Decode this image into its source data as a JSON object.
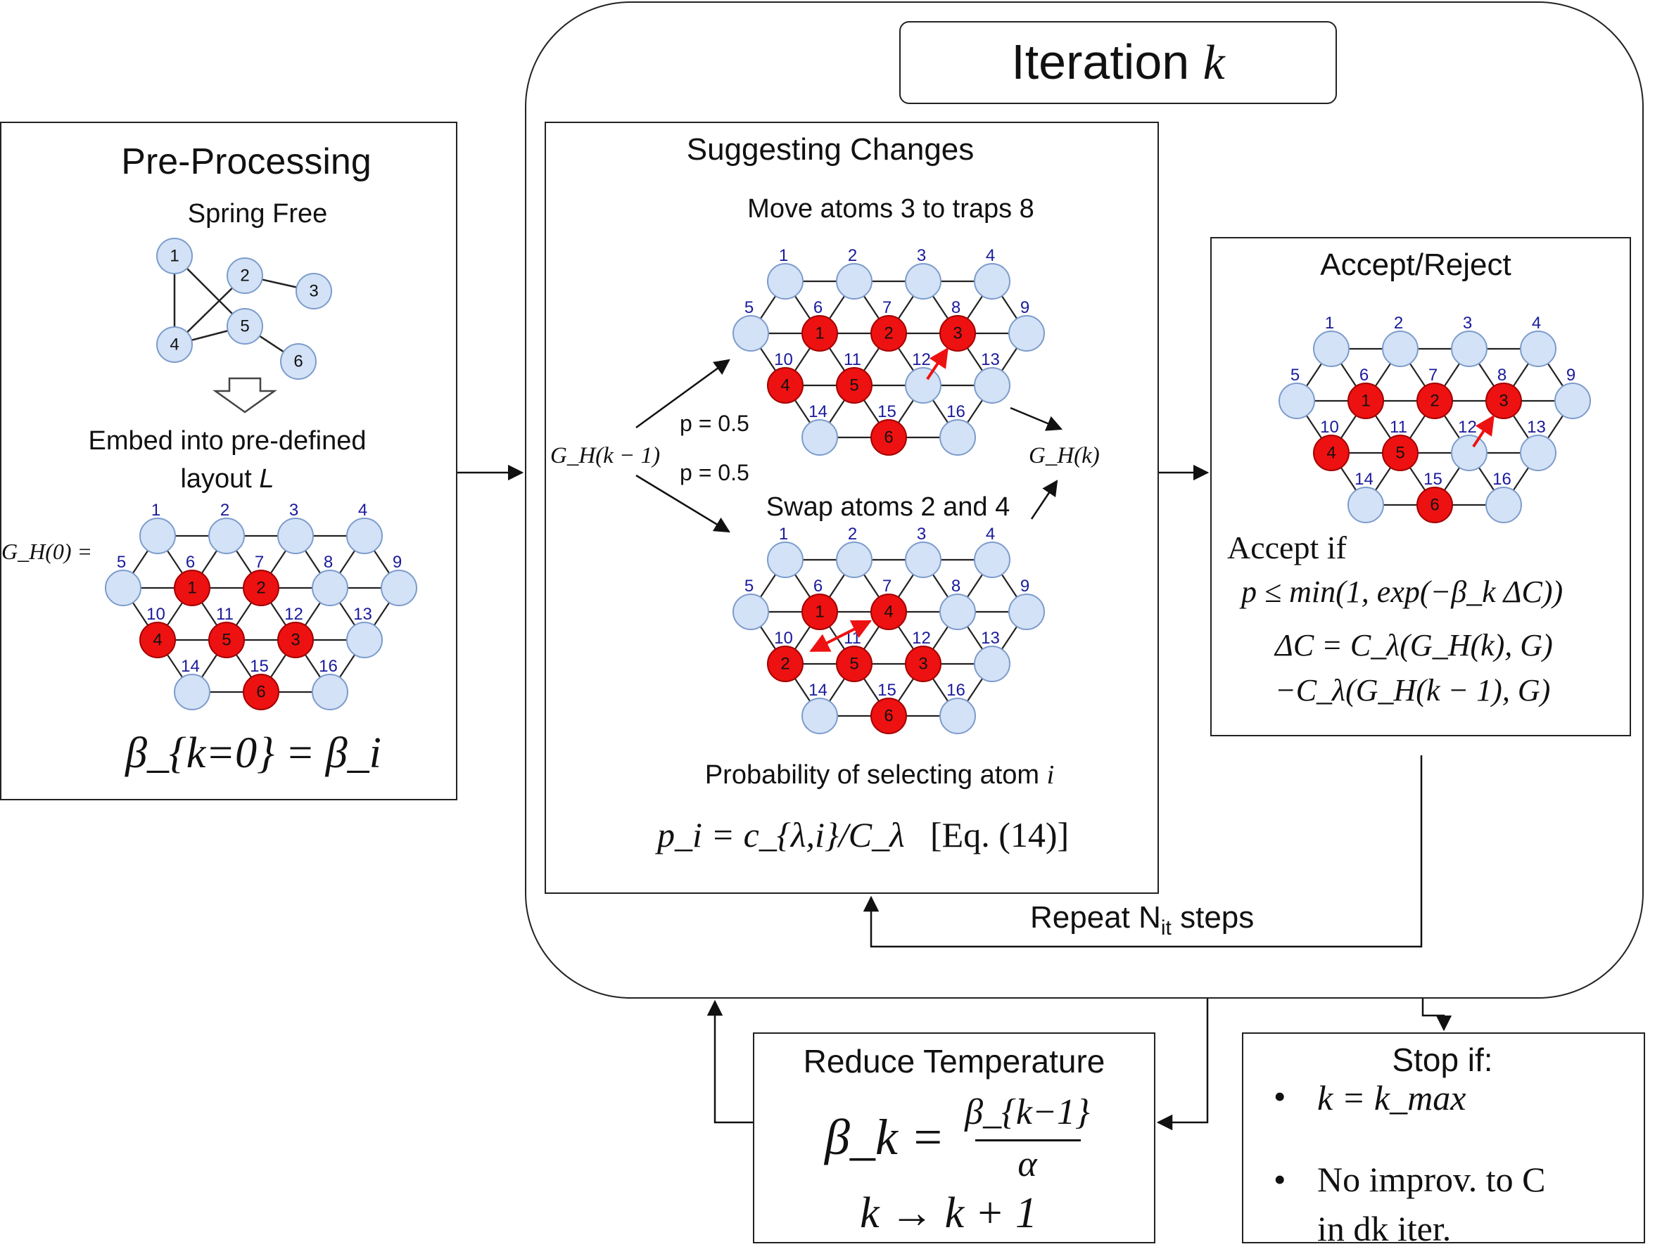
{
  "iteration": {
    "label": "Iteration",
    "var": "k"
  },
  "preprocessing": {
    "title": "Pre-Processing",
    "spring_label": "Spring Free",
    "embed_line1": "Embed into pre-defined",
    "embed_line2": "layout",
    "embed_var": "L",
    "gh0_label": "G_H(0) =",
    "beta_formula": "β_{k=0} = β_i",
    "spring_graph": {
      "nodes": [
        "1",
        "2",
        "3",
        "4",
        "5",
        "6"
      ],
      "edges": [
        [
          "1",
          "4"
        ],
        [
          "1",
          "5"
        ],
        [
          "2",
          "3"
        ],
        [
          "2",
          "4"
        ],
        [
          "4",
          "5"
        ],
        [
          "5",
          "6"
        ]
      ]
    }
  },
  "suggesting": {
    "title": "Suggesting Changes",
    "move_label": "Move atoms 3 to traps 8",
    "swap_label": "Swap atoms 2 and 4",
    "p_upper": "p = 0.5",
    "p_lower": "p = 0.5",
    "gh_prev": "G_H(k − 1)",
    "gh_next": "G_H(k)",
    "prob_label": "Probability of selecting atom",
    "prob_var": "i",
    "formula": "p_i = c_{λ,i}/C_λ",
    "eq_ref": "[Eq. (14)]"
  },
  "accept": {
    "title": "Accept/Reject",
    "accept_if": "Accept if",
    "cond": "p ≤ min(1, exp(−β_k ΔC))",
    "delta1": "ΔC = C_λ(G_H(k), G)",
    "delta2": "−C_λ(G_H(k − 1), G)"
  },
  "repeat": {
    "label": "Repeat N",
    "sub": "it",
    "suffix": " steps"
  },
  "reduce": {
    "title": "Reduce Temperature",
    "beta_lhs": "β_k =",
    "beta_num": "β_{k−1}",
    "beta_den": "α",
    "k_update": "k → k + 1"
  },
  "stop": {
    "title": "Stop if:",
    "cond1": "k = k_max",
    "cond2_line1": "No improv. to C",
    "cond2_line2": "in dk iter."
  },
  "lattice": {
    "trap_labels": [
      "1",
      "2",
      "3",
      "4",
      "5",
      "6",
      "7",
      "8",
      "9",
      "10",
      "11",
      "12",
      "13",
      "14",
      "15",
      "16"
    ],
    "pre_atoms": {
      "6": "1",
      "7": "2",
      "12": "3",
      "10": "4",
      "11": "5",
      "15": "6"
    },
    "move_atoms": {
      "6": "1",
      "7": "2",
      "8": "3",
      "10": "4",
      "11": "5",
      "15": "6"
    },
    "swap_atoms": {
      "6": "1",
      "10": "2",
      "12": "3",
      "7": "4",
      "11": "5",
      "15": "6"
    },
    "accept_atoms": {
      "6": "1",
      "7": "2",
      "8": "3",
      "10": "4",
      "11": "5",
      "15": "6"
    }
  },
  "colors": {
    "atom": "#ee1111",
    "trap": "#d3e2f6",
    "trap_label": "#1a1a9c",
    "arrow": "#ee1111"
  }
}
